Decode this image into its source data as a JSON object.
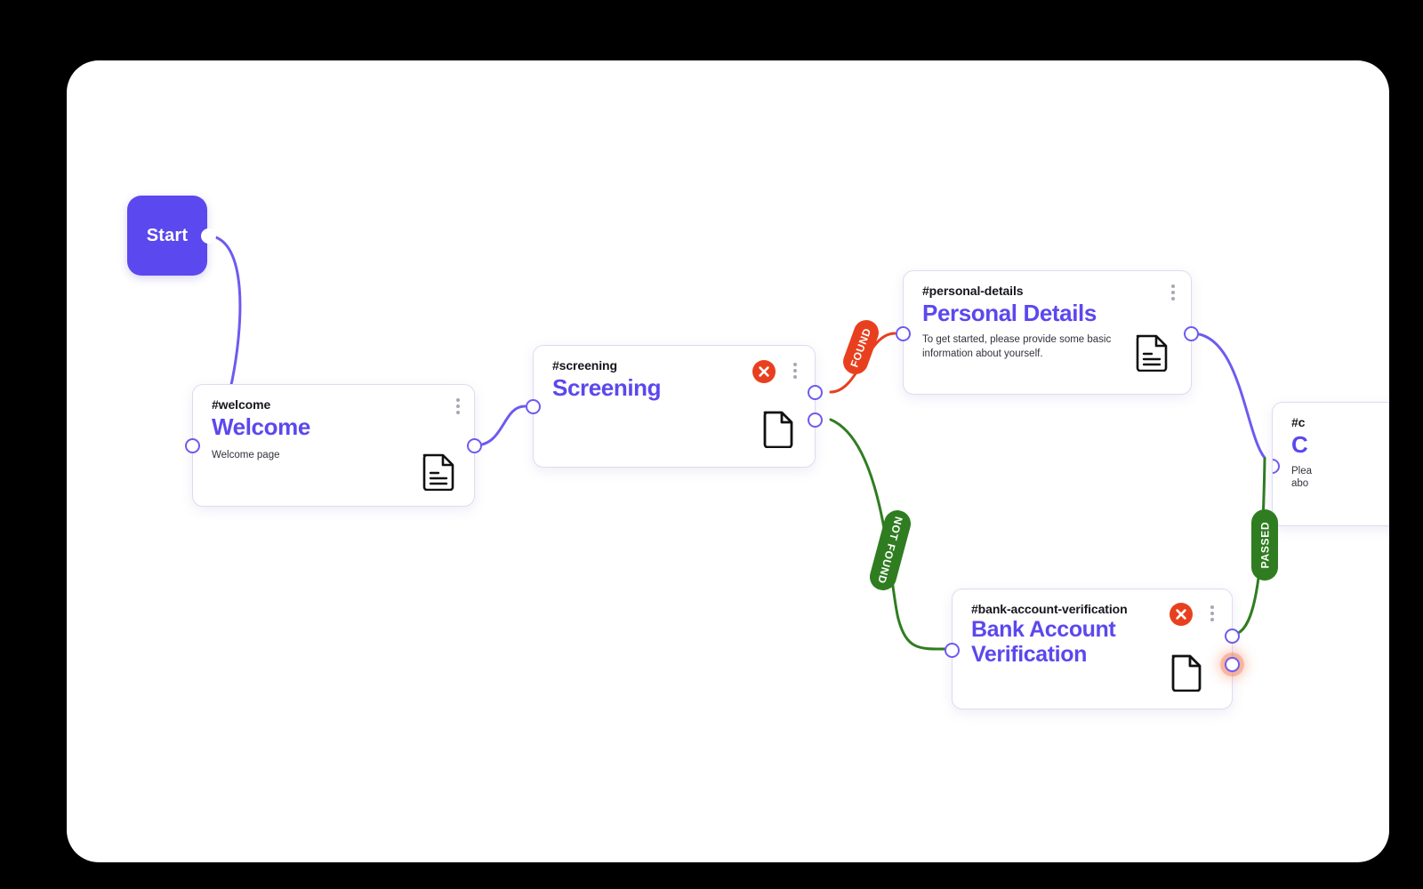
{
  "canvas": {
    "background": "#ffffff",
    "page_background": "#000000"
  },
  "colors": {
    "accent_purple": "#5b48ee",
    "edge_purple": "#6d5bf0",
    "edge_green": "#2f7d20",
    "edge_red": "#e8401e",
    "badge_red": "#e8401e",
    "pill_green": "#2f7d20",
    "card_border": "#dedbf2",
    "dot_gray": "#a7a7b4",
    "tag_black": "#16161d"
  },
  "start_node": {
    "label": "Start",
    "port_name": "start-output-port"
  },
  "nodes": [
    {
      "id": "welcome",
      "tag": "#welcome",
      "title": "Welcome",
      "description": "Welcome page",
      "icon": "document-lines-icon",
      "has_close_badge": false,
      "menu_icon": "kebab-menu-icon",
      "ports": [
        "input",
        "output"
      ]
    },
    {
      "id": "screening",
      "tag": "#screening",
      "title": "Screening",
      "description": "",
      "icon": "document-blank-icon",
      "has_close_badge": true,
      "close_icon": "close-circle-icon",
      "menu_icon": "kebab-menu-icon",
      "ports": [
        "input",
        "output-found",
        "output-not-found"
      ]
    },
    {
      "id": "personal-details",
      "tag": "#personal-details",
      "title": "Personal Details",
      "description": "To get started, please provide some basic information about yourself.",
      "icon": "document-lines-icon",
      "has_close_badge": false,
      "menu_icon": "kebab-menu-icon",
      "ports": [
        "input",
        "output"
      ]
    },
    {
      "id": "bank-account-verification",
      "tag": "#bank-account-verification",
      "title": "Bank Account\nVerification",
      "description": "",
      "icon": "document-blank-icon",
      "has_close_badge": true,
      "close_icon": "close-circle-icon",
      "menu_icon": "kebab-menu-icon",
      "ports": [
        "input",
        "output-passed",
        "output-highlighted"
      ]
    },
    {
      "id": "clipped-right-card",
      "tag": "#c",
      "title": "C",
      "description_line1": "Plea",
      "description_line2": "abo",
      "clipped": true
    }
  ],
  "edge_labels": {
    "found": "FOUND",
    "not_found": "NOT FOUND",
    "passed": "PASSED"
  },
  "edges": [
    {
      "from": "start",
      "to": "welcome",
      "color": "#6d5bf0",
      "label": ""
    },
    {
      "from": "welcome",
      "to": "screening",
      "color": "#6d5bf0",
      "label": ""
    },
    {
      "from": "screening",
      "to": "personal-details",
      "color": "#e8401e",
      "label": "FOUND"
    },
    {
      "from": "screening",
      "to": "bank-account-verification",
      "color": "#2f7d20",
      "label": "NOT FOUND"
    },
    {
      "from": "personal-details",
      "to": "clipped-right-card",
      "color": "#6d5bf0",
      "label": ""
    },
    {
      "from": "bank-account-verification",
      "to": "clipped-right-card",
      "color": "#2f7d20",
      "label": "PASSED"
    }
  ]
}
